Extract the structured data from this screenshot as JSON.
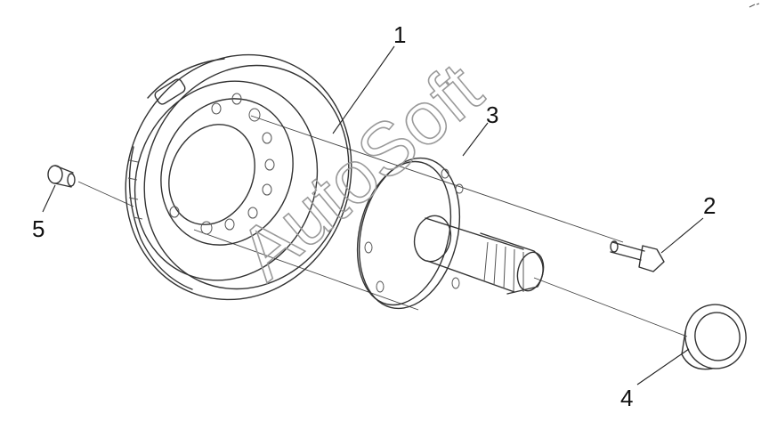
{
  "diagram": {
    "callouts": [
      {
        "id": "1",
        "label": "1"
      },
      {
        "id": "2",
        "label": "2"
      },
      {
        "id": "3",
        "label": "3"
      },
      {
        "id": "4",
        "label": "4"
      },
      {
        "id": "5",
        "label": "5"
      }
    ],
    "watermark": "AutoSoft"
  },
  "colors": {
    "line": "#333333",
    "text": "#111111",
    "watermark": "#9a9a9a",
    "background": "#ffffff"
  }
}
